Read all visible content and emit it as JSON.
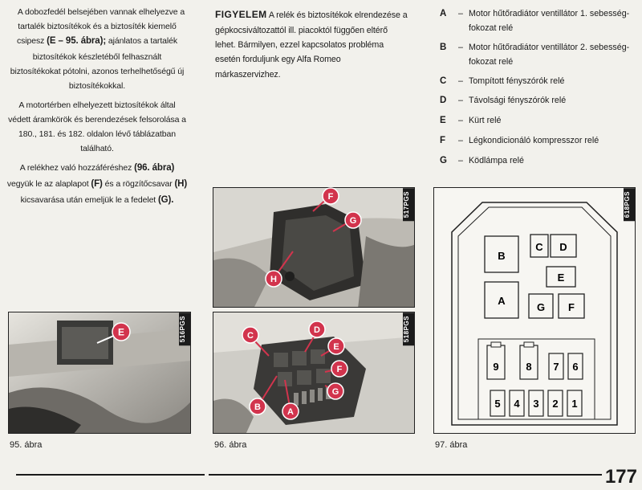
{
  "col1": {
    "p1": "A dobozfedél belsejében vannak elhelyezve a tartalék biztosítékok és a biztosíték kiemelő csipesz",
    "p1_bold": "(E – 95. ábra);",
    "p1_rest": "ajánlatos a tartalék biztosítékok készletéből felhasznált biztosítékokat pótolni, azonos terhelhetőségű új biztosítékokkal.",
    "p2": "A motortérben elhelyezett biztosítékok által védett áramkörök és berendezések felsorolása a 180., 181. és 182. oldalon lévő táblázatban található.",
    "p3_a": "A relékhez való hozzáféréshez",
    "p3_b1": "(96. ábra)",
    "p3_c": "vegyük le az alaplapot",
    "p3_b2": "(F)",
    "p3_d": "és a rögzítőcsavar",
    "p3_b3": "(H)",
    "p3_e": "kicsavarása után emeljük le a fedelet",
    "p3_b4": "(G)."
  },
  "col2": {
    "head": "FIGYELEM",
    "text": "A relék és biztosítékok elrendezése a gépkocsiváltozattól ill. piacoktól függően eltérő lehet. Bármilyen, ezzel kapcsolatos probléma esetén forduljunk egy Alfa Romeo márkaszervizhez."
  },
  "list": [
    {
      "key": "A",
      "text": "Motor hűtőradiátor ventillátor 1. sebesség-fokozat relé"
    },
    {
      "key": "B",
      "text": "Motor hűtőradiátor ventillátor 2. sebesség-fokozat relé"
    },
    {
      "key": "C",
      "text": "Tompított fényszórók relé"
    },
    {
      "key": "D",
      "text": "Távolsági fényszórók relé"
    },
    {
      "key": "E",
      "text": "Kürt relé"
    },
    {
      "key": "F",
      "text": "Légkondicionáló kompresszor relé"
    },
    {
      "key": "G",
      "text": "Ködlámpa relé"
    }
  ],
  "dash": "–",
  "fig95": {
    "tag": "516PGS",
    "caption": "95. ábra",
    "label": "E"
  },
  "fig96top": {
    "tag": "517PGS",
    "labels": [
      "F",
      "G",
      "H"
    ]
  },
  "fig96bot": {
    "tag": "518PGS",
    "labels": [
      "C",
      "D",
      "E",
      "F",
      "G",
      "B",
      "A"
    ]
  },
  "fig96caption": "96. ábra",
  "fig97": {
    "tag": "618PGS",
    "caption": "97. ábra",
    "relays": [
      "B",
      "C",
      "D",
      "E",
      "A",
      "G",
      "F"
    ],
    "fuses": [
      "9",
      "8",
      "7",
      "6",
      "5",
      "4",
      "3",
      "2",
      "1"
    ]
  },
  "page": "177",
  "colors": {
    "callout": "#d2344d",
    "ink": "#1b1b1b"
  }
}
